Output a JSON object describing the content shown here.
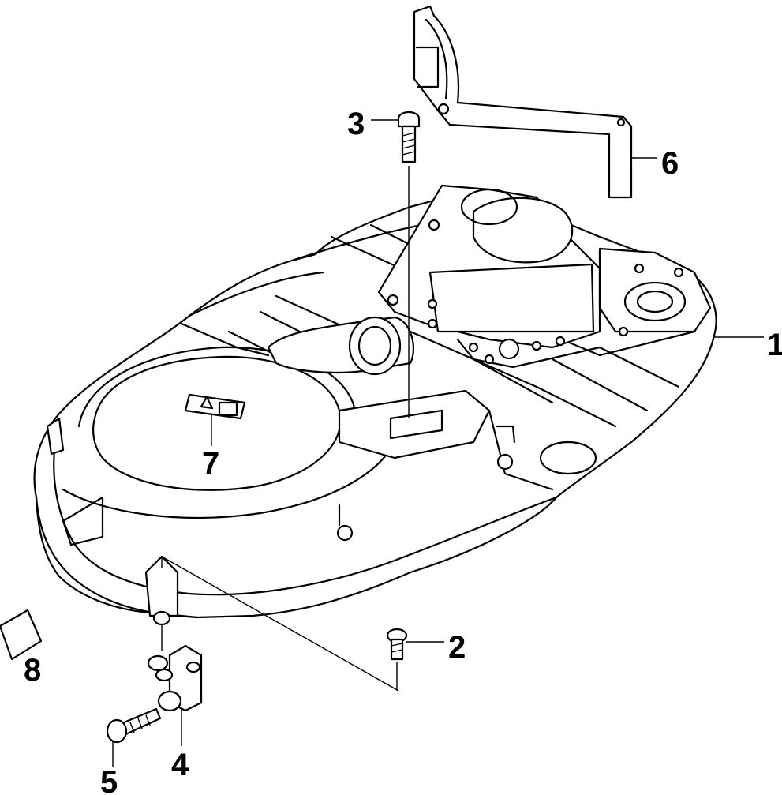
{
  "callouts": [
    {
      "id": "1",
      "label": "1",
      "part": "deck-housing"
    },
    {
      "id": "2",
      "label": "2",
      "part": "bolt"
    },
    {
      "id": "3",
      "label": "3",
      "part": "bolt"
    },
    {
      "id": "4",
      "label": "4",
      "part": "bracket"
    },
    {
      "id": "5",
      "label": "5",
      "part": "bolt"
    },
    {
      "id": "6",
      "label": "6",
      "part": "guard-bar"
    },
    {
      "id": "7",
      "label": "7",
      "part": "warning-decal"
    },
    {
      "id": "8",
      "label": "8",
      "part": "decal"
    }
  ],
  "colors": {
    "line": "#000000",
    "background": "#ffffff"
  }
}
